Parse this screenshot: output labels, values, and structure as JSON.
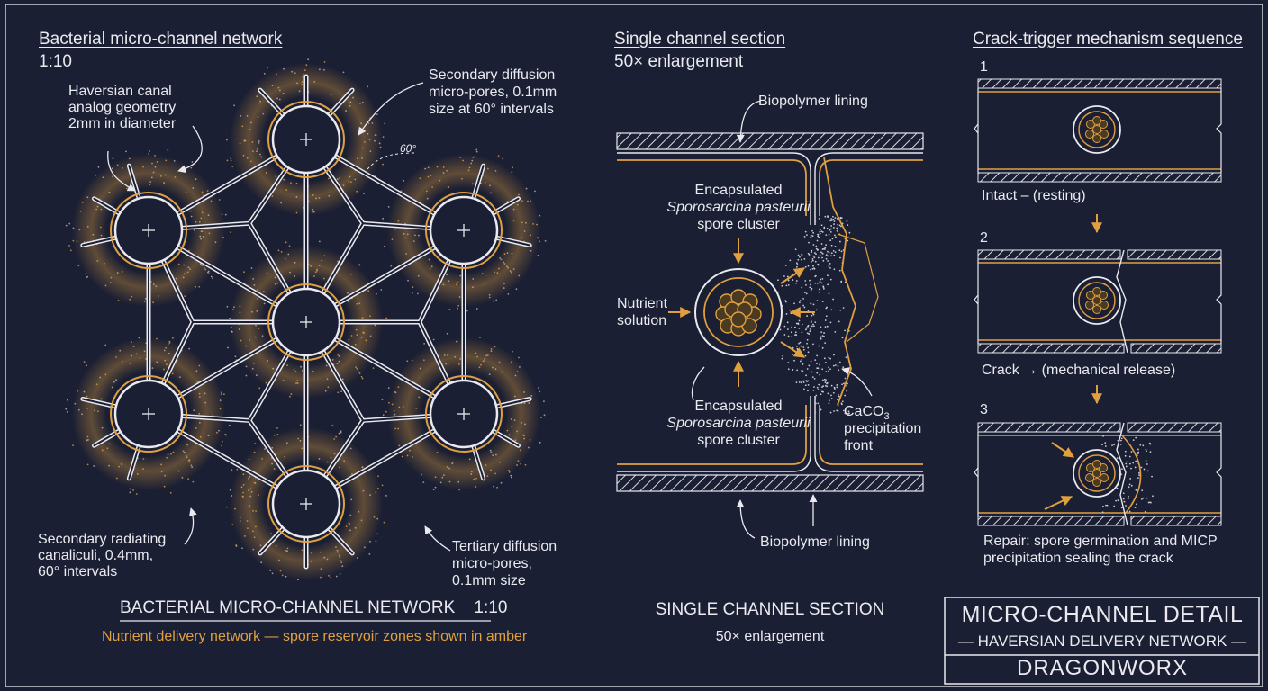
{
  "network": {
    "heading": "Bacterial micro-channel network",
    "scale": "1:10",
    "callout_canal": [
      "Haversian canal",
      "analog geometry",
      "2mm in diameter"
    ],
    "callout_secondary_pores": [
      "Secondary diffusion",
      "micro-pores, 0.1mm",
      "size at 60° intervals"
    ],
    "angle_label": "60°",
    "callout_canaliculi": [
      "Secondary radiating",
      "canaliculi, 0.4mm,",
      "60° intervals"
    ],
    "callout_tertiary": [
      "Tertiary diffusion",
      "micro-pores,",
      "0.1mm size"
    ],
    "footer_title": "BACTERIAL MICRO-CHANNEL NETWORK    1:10",
    "footer_caption": "Nutrient delivery network — spore reservoir zones shown in amber"
  },
  "section": {
    "heading": "Single channel section",
    "scale": "50× enlargement",
    "lining_top": "Biopolymer lining",
    "lining_bottom": "Biopolymer lining",
    "spore_top": [
      "Encapsulated",
      "Sporosarcina pasteurii",
      "spore cluster"
    ],
    "spore_bottom": [
      "Encapsulated",
      "Sporosarcina pasteurii",
      "spore cluster"
    ],
    "nutrient": [
      "Nutrient",
      "solution"
    ],
    "caco3": [
      "CaCO",
      "3",
      "precipitation",
      "front"
    ],
    "footer_title": "SINGLE CHANNEL SECTION",
    "footer_caption": "50× enlargement"
  },
  "sequence": {
    "heading": "Crack-trigger mechanism sequence",
    "steps": [
      {
        "num": "1",
        "label": "Intact – (resting)"
      },
      {
        "num": "2",
        "label": "Crack → (mechanical release)"
      },
      {
        "num": "3",
        "label": [
          "Repair: spore germination and MICP",
          "precipitation sealing the crack"
        ]
      }
    ]
  },
  "title_block": {
    "title": "MICRO-CHANNEL DETAIL",
    "subtitle": "— HAVERSIAN DELIVERY NETWORK —",
    "brand": "DRAGONWORX"
  },
  "colors": {
    "background": "#1b1f33",
    "line": "#e9e9ef",
    "amber": "#e0a040"
  }
}
